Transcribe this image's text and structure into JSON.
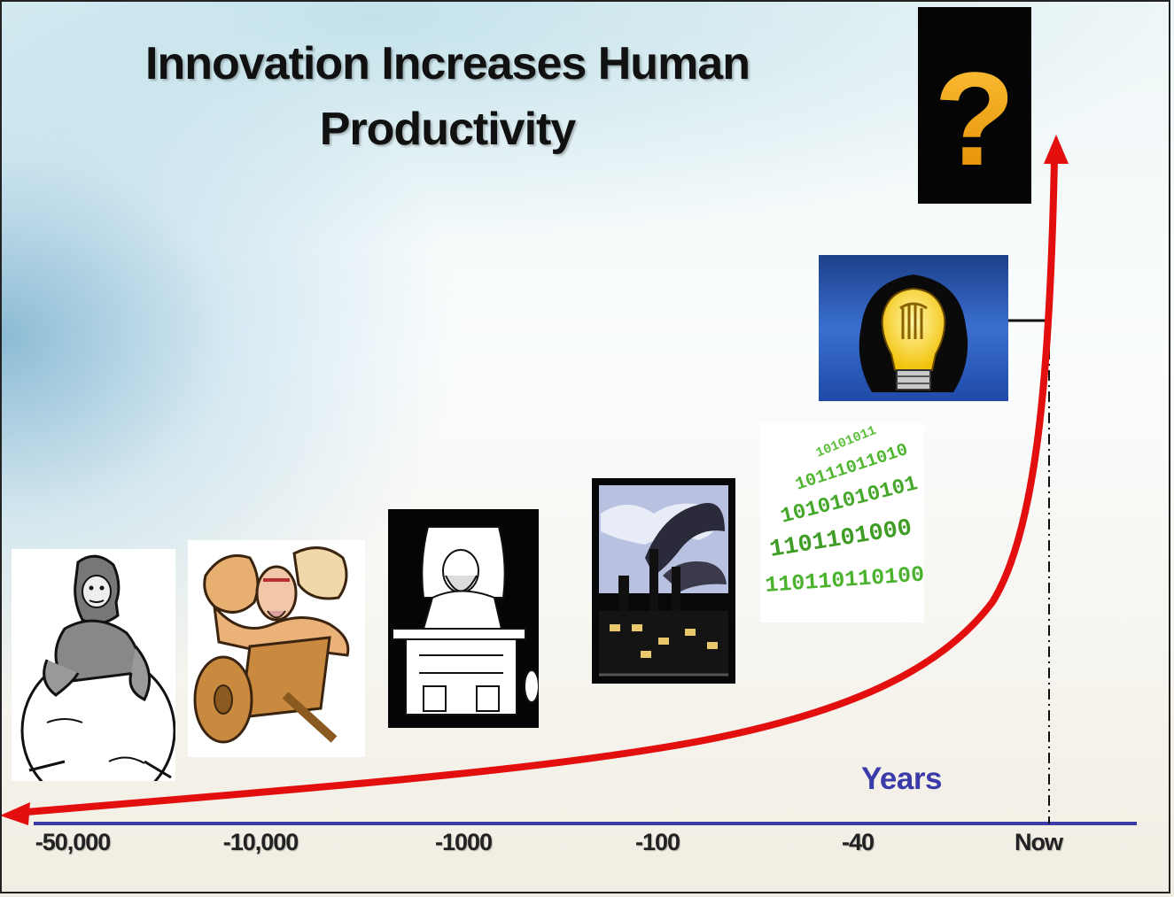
{
  "title": {
    "line1": "Innovation Increases Human",
    "line2": "Productivity"
  },
  "axis": {
    "label": "Years",
    "ticks": [
      "-50,000",
      "-10,000",
      "-1000",
      "-100",
      "-40",
      "Now"
    ]
  },
  "colors": {
    "curve": "#e30f0f",
    "axis_line": "#3a3aa8",
    "axis_label": "#3a3aa8"
  },
  "icons": {
    "question_mark": "?",
    "binary_text": [
      "10101011",
      "10111011010",
      "10101010101",
      "1101101000",
      "110110110100"
    ]
  },
  "images": [
    "caveman-pushing-stone-icon",
    "horse-drawn-chariot-icon",
    "scholar-at-desk-icon",
    "industrial-factory-icon",
    "binary-code-icon",
    "lightbulb-head-icon",
    "question-mark-icon"
  ]
}
